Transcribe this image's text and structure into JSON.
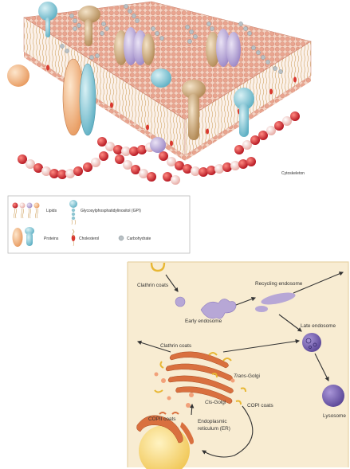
{
  "membrane": {
    "cytoskeleton_label": "Cytoskeleton"
  },
  "legend": {
    "lipids": "Lipids",
    "gpi": "Glycosylphosphatidylinositol (GPI)",
    "proteins": "Proteins",
    "cholesterol": "Cholesterol",
    "carbohydrate": "Carbohydrate"
  },
  "trafficking": {
    "clathrin_coats_top": "Clathrin coats",
    "recycling_endosome": "Recycling endosome",
    "early_endosome": "Early endosome",
    "late_endosome": "Late endosome",
    "clathrin_coats_golgi": "Clathrin coats",
    "trans_golgi_italic": "Trans",
    "trans_golgi_rest": "-Golgi",
    "cis_golgi_italic": "Cis",
    "cis_golgi_rest": "-Golgi",
    "copii_coats": "COPII coats",
    "copi_coats": "COPI coats",
    "er_line1": "Endoplasmic",
    "er_line2": "reticulum (ER)",
    "lysosome": "Lysosome"
  },
  "colors": {
    "lipid_head": "#e9a48f",
    "protein_orange": "#f2c29a",
    "protein_blue": "#9fd3dd",
    "protein_tan": "#d9b98c",
    "cytoskeleton": "#c81e2a",
    "cytoskeleton_light": "#f2c6c0",
    "cell_background": "#f8ecd2",
    "golgi": "#d9703f",
    "clathrin": "#e8b733",
    "endosome": "#b7a7d6",
    "late_endosome": "#6e5aa8",
    "nucleus": "#f7d26a"
  }
}
